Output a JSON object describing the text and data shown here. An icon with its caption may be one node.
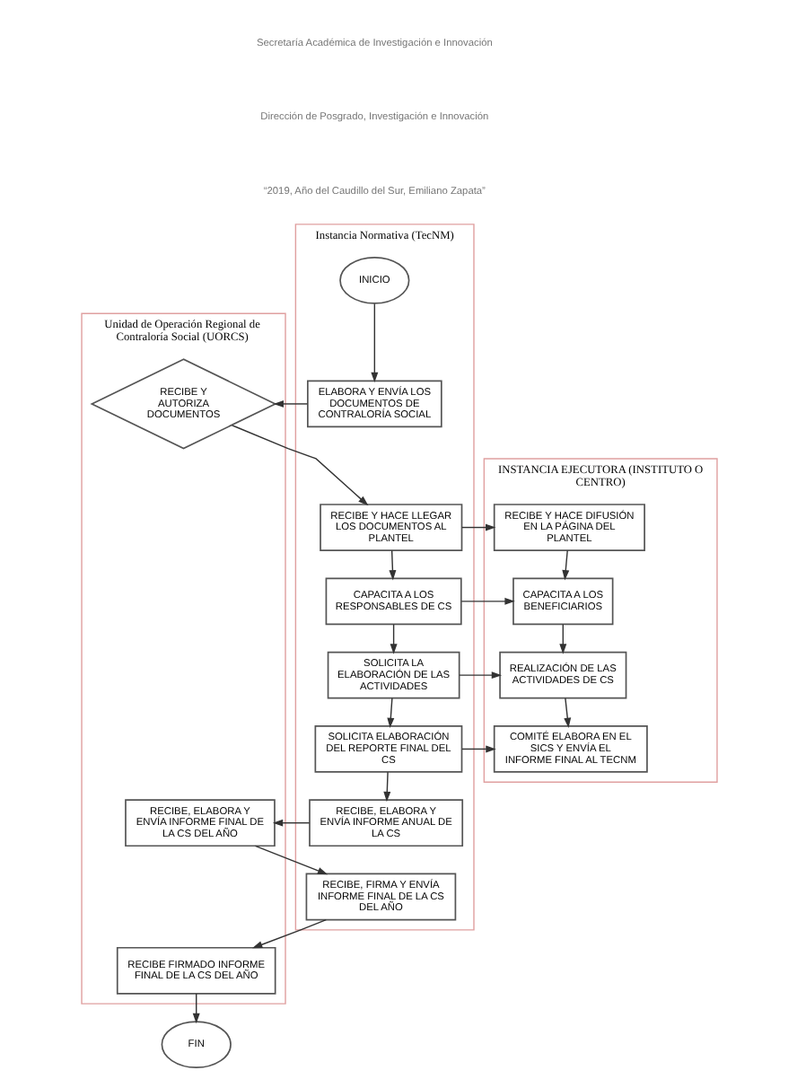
{
  "diagram": {
    "nodes": [
      {
        "text": [
          "Instancia Normativa (TecNM)"
        ]
      },
      {
        "text": [
          "Unidad de Operación Regional de Contraloría Social (UORCS)"
        ]
      },
      {
        "text": [
          "INSTANCIA EJECUTORA (INSTITUTO O CENTRO)"
        ]
      },
      {
        "text": [
          "INICIO"
        ],
        "in": 0
      },
      {
        "text": [
          "ELABORA Y ENVÍA LOS DOCUMENTOS DE CONTRALORÍA SOCIAL"
        ],
        "in": 0
      },
      {
        "text": [
          "RECIBE Y AUTORIZA DOCUMENTOS"
        ],
        "in": 1
      },
      {
        "text": [
          "RECIBE Y HACE LLEGAR LOS DOCUMENTOS AL PLANTEL"
        ],
        "in": 0
      },
      {
        "text": [
          "RECIBE Y HACE DIFUSIÓN EN LA PÁGINA DEL PLANTEL"
        ],
        "in": 2
      },
      {
        "text": [
          "CAPACITA A LOS RESPONSABLES DE CS"
        ],
        "in": 0
      },
      {
        "text": [
          "CAPACITA A LOS BENEFICIARIOS"
        ],
        "in": 2
      },
      {
        "text": [
          "SOLICITA LA ELABORACIÓN DE LAS ACTIVIDADES"
        ],
        "in": 0
      },
      {
        "text": [
          "REALIZACIÓN DE LAS ACTIVIDADES DE CS"
        ],
        "in": 2
      },
      {
        "text": [
          "SOLICITA ELABORACIÓN DEL REPORTE FINAL DEL CS"
        ],
        "in": 0
      },
      {
        "text": [
          "COMITÉ ELABORA EN EL SICS Y ENVÍA EL INFORME FINAL AL TECNM"
        ],
        "in": 2
      },
      {
        "text": [
          "RECIBE, ELABORA Y ENVÍA INFORME ANUAL DE LA CS"
        ],
        "in": 0
      },
      {
        "text": [
          "RECIBE, ELABORA Y ENVÍA INFORME FINAL DE LA CS DEL AÑO"
        ],
        "in": 1
      },
      {
        "text": [
          "RECIBE, FIRMA Y ENVÍA INFORME FINAL DE LA CS DEL AÑO"
        ],
        "in": 0
      },
      {
        "text": [
          "RECIBE FIRMADO INFORME FINAL DE LA CS DEL AÑO"
        ],
        "in": 1
      },
      {
        "text": [
          "FIN"
        ]
      }
    ],
    "edges": [
      {
        "from": 3,
        "to": 4,
        "arrow": "to"
      },
      {
        "from": 4,
        "to": 5,
        "arrow": "to"
      },
      {
        "from": 5,
        "to": 6,
        "arrow": "to"
      },
      {
        "from": 6,
        "to": 8,
        "arrow": "to"
      },
      {
        "from": 6,
        "to": 7,
        "arrow": "to"
      },
      {
        "from": 7,
        "to": 9,
        "arrow": "to"
      },
      {
        "from": 8,
        "to": 9,
        "arrow": "to"
      },
      {
        "from": 8,
        "to": 10,
        "arrow": "to"
      },
      {
        "from": 9,
        "to": 11,
        "arrow": "to"
      },
      {
        "from": 10,
        "to": 11,
        "arrow": "to"
      },
      {
        "from": 10,
        "to": 12,
        "arrow": "to"
      },
      {
        "from": 11,
        "to": 13,
        "arrow": "to"
      },
      {
        "from": 12,
        "to": 13,
        "arrow": "to"
      },
      {
        "from": 12,
        "to": 14,
        "arrow": "to"
      },
      {
        "from": 14,
        "to": 15,
        "arrow": "to"
      },
      {
        "from": 15,
        "to": 16,
        "arrow": "to"
      },
      {
        "from": 16,
        "to": 17,
        "arrow": "to"
      },
      {
        "from": 17,
        "to": 18,
        "arrow": "to"
      }
    ],
    "labels": [
      "Secretaría Académica de Investigación e Innovación",
      "Dirección de Posgrado, Investigación e Innovación",
      "“2019, Año del Caudillo del Sur, Emiliano Zapata”"
    ]
  }
}
